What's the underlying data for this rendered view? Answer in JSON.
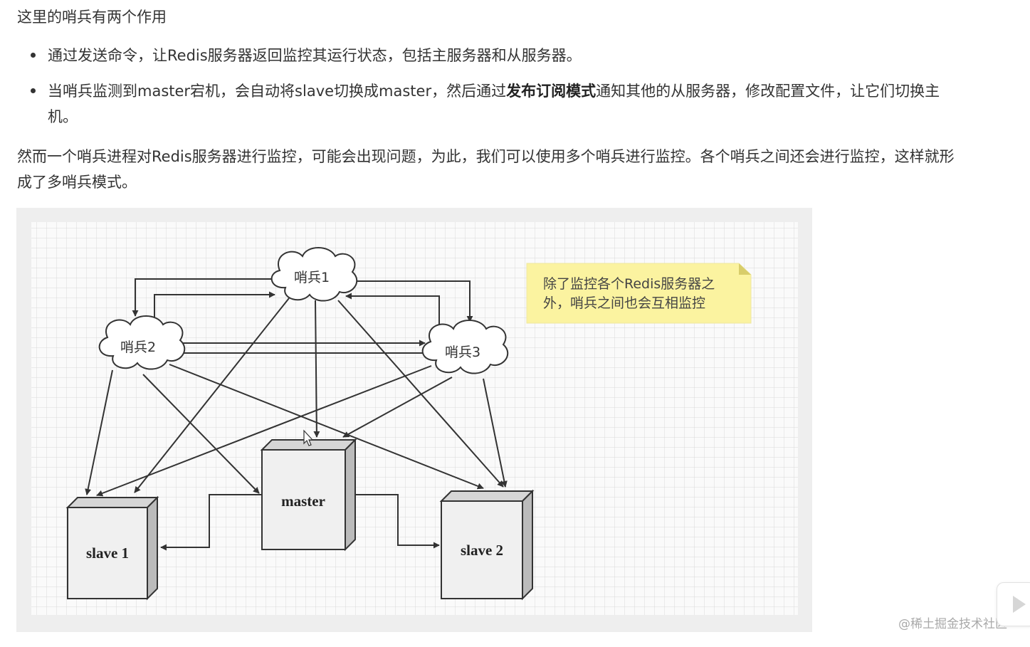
{
  "content": {
    "intro": "这里的哨兵有两个作用",
    "bullets": [
      {
        "text_before": "通过发送命令，让Redis服务器返回监控其运行状态，包括主服务器和从服务器。",
        "bold": "",
        "text_after": ""
      },
      {
        "text_before": "当哨兵监测到master宕机，会自动将slave切换成master，然后通过",
        "bold": "发布订阅模式",
        "text_after": "通知其他的从服务器，修改配置文件，让它们切换主机。"
      }
    ],
    "paragraph2": "然而一个哨兵进程对Redis服务器进行监控，可能会出现问题，为此，我们可以使用多个哨兵进行监控。各个哨兵之间还会进行监控，这样就形成了多哨兵模式。"
  },
  "diagram": {
    "sentinels": [
      "哨兵1",
      "哨兵2",
      "哨兵3"
    ],
    "servers": [
      "master",
      "slave 1",
      "slave 2"
    ],
    "note_lines": [
      "除了监控各个Redis服务器之",
      "外，哨兵之间也会互相监控"
    ],
    "colors": {
      "note_fill": "#fbf3a0",
      "note_corner": "#d8cd6a",
      "grid": "#d9d9d9",
      "stroke": "#333333",
      "box_front": "#f0f0f0",
      "box_side": "#bbbbbb",
      "box_top": "#d6d6d6"
    }
  },
  "footer": {
    "watermark": "@稀土掘金技术社区"
  }
}
